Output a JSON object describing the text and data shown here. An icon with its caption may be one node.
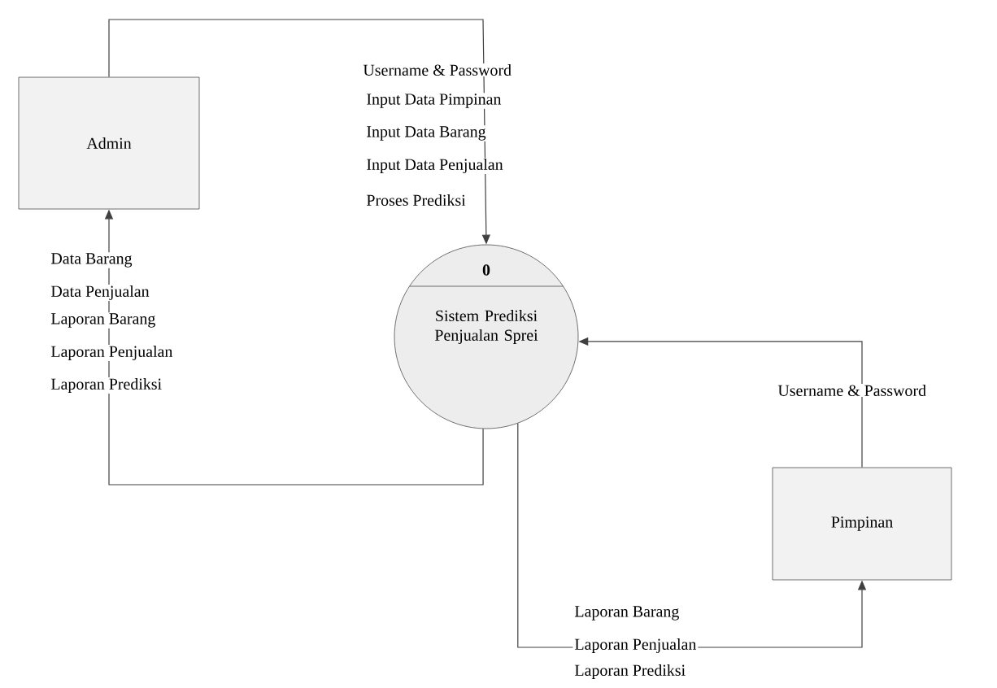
{
  "diagram": {
    "nodes": [
      {
        "text": [
          "Admin"
        ]
      },
      {
        "text": [
          "0",
          "Sistem Prediksi Penjualan Sprei"
        ]
      },
      {
        "text": [
          "Pimpinan"
        ]
      }
    ],
    "edges": [
      {
        "from": 0,
        "to": 1,
        "arrow": "to"
      },
      {
        "from": 1,
        "to": 0,
        "arrow": "to"
      },
      {
        "from": 2,
        "to": 1,
        "arrow": "to"
      },
      {
        "from": 1,
        "to": 2,
        "arrow": "to"
      }
    ],
    "labels": [
      "Username & Password",
      "Input Data Pimpinan",
      "Input Data Barang",
      "Input Data Penjualan",
      "Proses Prediksi",
      "Data Barang",
      "Data Penjualan",
      "Laporan Barang",
      "Laporan Penjualan",
      "Laporan Prediksi",
      "Username & Password",
      "Laporan Barang",
      "Laporan Penjualan",
      "Laporan Prediksi"
    ]
  }
}
